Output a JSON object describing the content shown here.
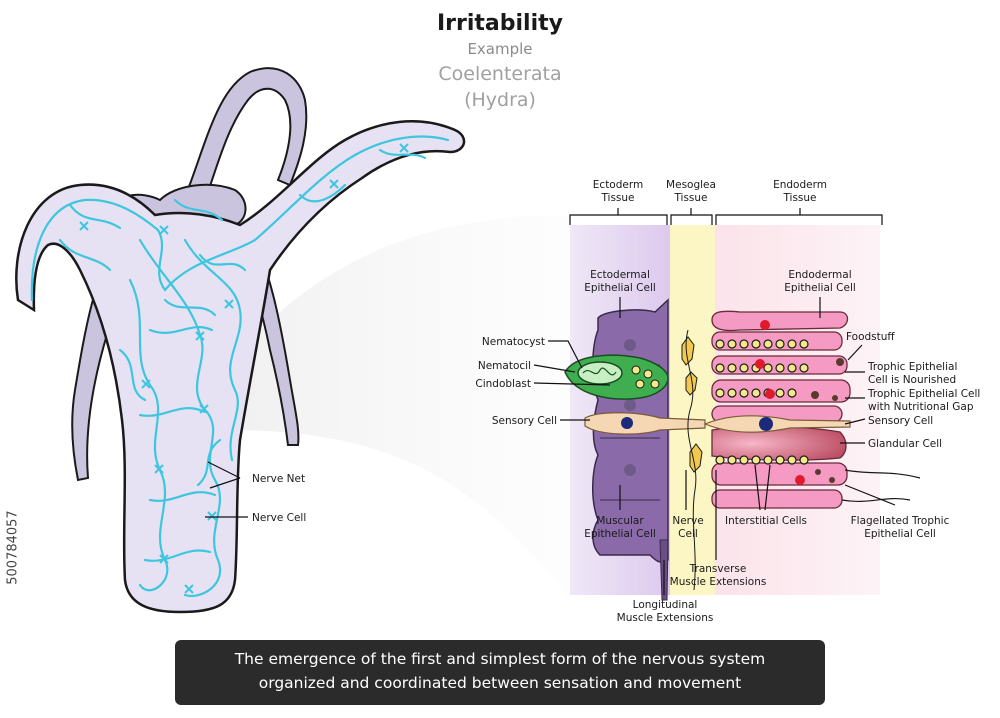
{
  "header": {
    "title": "Irritability",
    "example": "Example",
    "group": "Coelenterata",
    "organism": "(Hydra)"
  },
  "hydra_labels": {
    "nerve_net": "Nerve Net",
    "nerve_cell": "Nerve Cell"
  },
  "tissue_headers": {
    "ectoderm": [
      "Ectoderm",
      "Tissue"
    ],
    "mesoglea": [
      "Mesoglea",
      "Tissue"
    ],
    "endoderm": [
      "Endoderm",
      "Tissue"
    ]
  },
  "cell_labels": {
    "ectodermal_epithelial": [
      "Ectodermal",
      "Epithelial Cell"
    ],
    "nematocyst": "Nematocyst",
    "nematocil": "Nematocil",
    "cindoblast": "Cindoblast",
    "sensory_cell_left": "Sensory Cell",
    "muscular_epithelial": [
      "Muscular",
      "Epithelial Cell"
    ],
    "nerve_cell": [
      "Nerve",
      "Cell"
    ],
    "interstitial_cells": "Interstitial Cells",
    "transverse": [
      "Transverse",
      "Muscle Extensions"
    ],
    "longitudinal": [
      "Longitudinal",
      "Muscle Extensions"
    ],
    "endodermal_epithelial": [
      "Endodermal",
      "Epithelial Cell"
    ],
    "foodstuff": "Foodstuff",
    "trophic_nourished": [
      "Trophic Epithelial",
      "Cell is Nourished"
    ],
    "trophic_gap": [
      "Trophic Epithelial Cell",
      "with Nutritional Gap"
    ],
    "sensory_cell_right": "Sensory Cell",
    "glandular_cell": "Glandular Cell",
    "flagellated": [
      "Flagellated Trophic",
      "Epithelial Cell"
    ]
  },
  "caption": {
    "line1": "The emergence of the first and simplest form of the nervous system",
    "line2": "organized and coordinated between sensation and movement"
  },
  "side_id": "500784057",
  "colors": {
    "hydra_fill": "#e6e2f3",
    "nerve": "#3ec6df",
    "ectoderm_bg": "#e6d8f0",
    "mesoglea_bg": "#fbf6c4",
    "endoderm_bg": "#fbe9ee",
    "muscle": "#8a6aa8",
    "endo_cell": "#f59ac3",
    "caption_bg": "#2b2b2b"
  }
}
